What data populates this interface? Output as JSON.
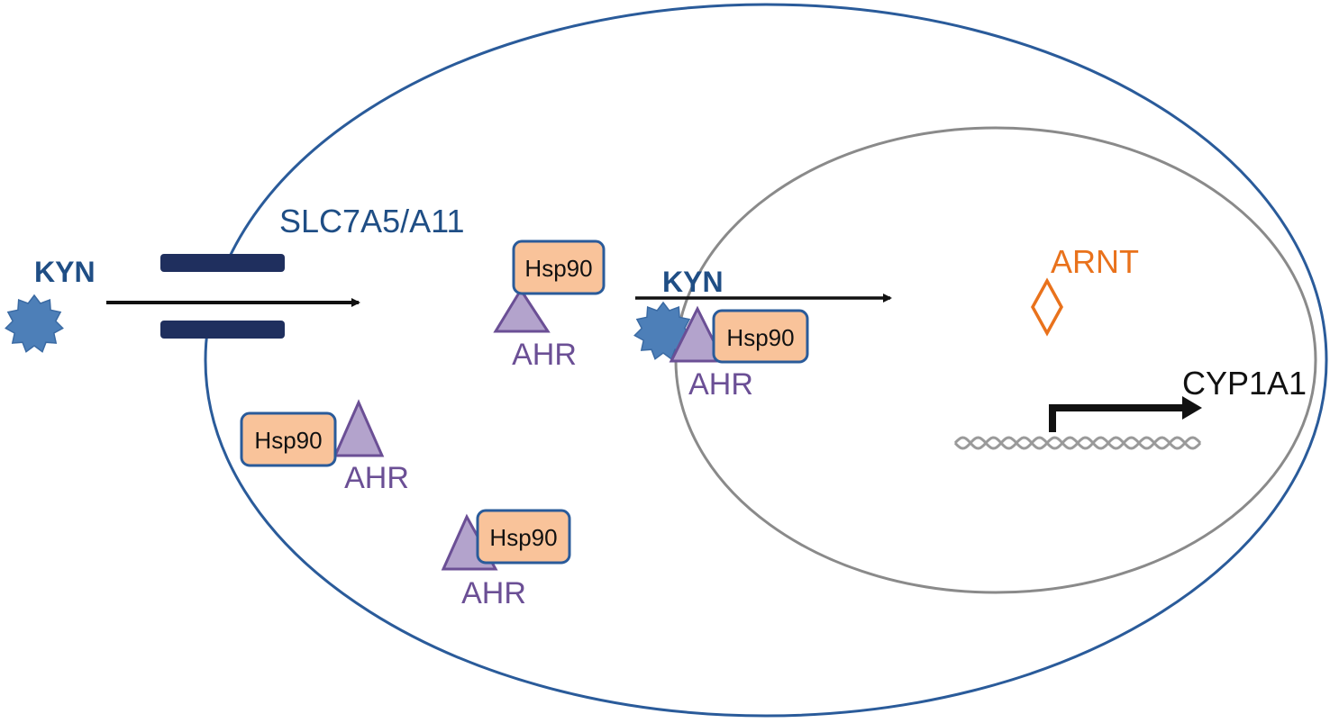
{
  "colors": {
    "cell_membrane": "#2a5b9a",
    "nucleus_membrane": "#8a8a8a",
    "transporter": "#1f2f5e",
    "kyn": "#4d7fb8",
    "kyn_label": "#1f4e85",
    "hsp90_fill": "#f9c39a",
    "hsp90_stroke": "#2a5b9a",
    "ahr_fill": "#b3a3cc",
    "ahr_stroke": "#6b4f95",
    "ahr_label": "#6b4f95",
    "arnt": "#e9721c",
    "arrow": "#111111",
    "dna": "#9a9a9a",
    "slc_label": "#1f4e85"
  },
  "labels": {
    "kyn_outside": "KYN",
    "kyn_inside": "KYN",
    "transporter": "SLC7A5/A11",
    "arnt": "ARNT",
    "gene": "CYP1A1",
    "hsp90": "Hsp90",
    "ahr": "AHR"
  }
}
